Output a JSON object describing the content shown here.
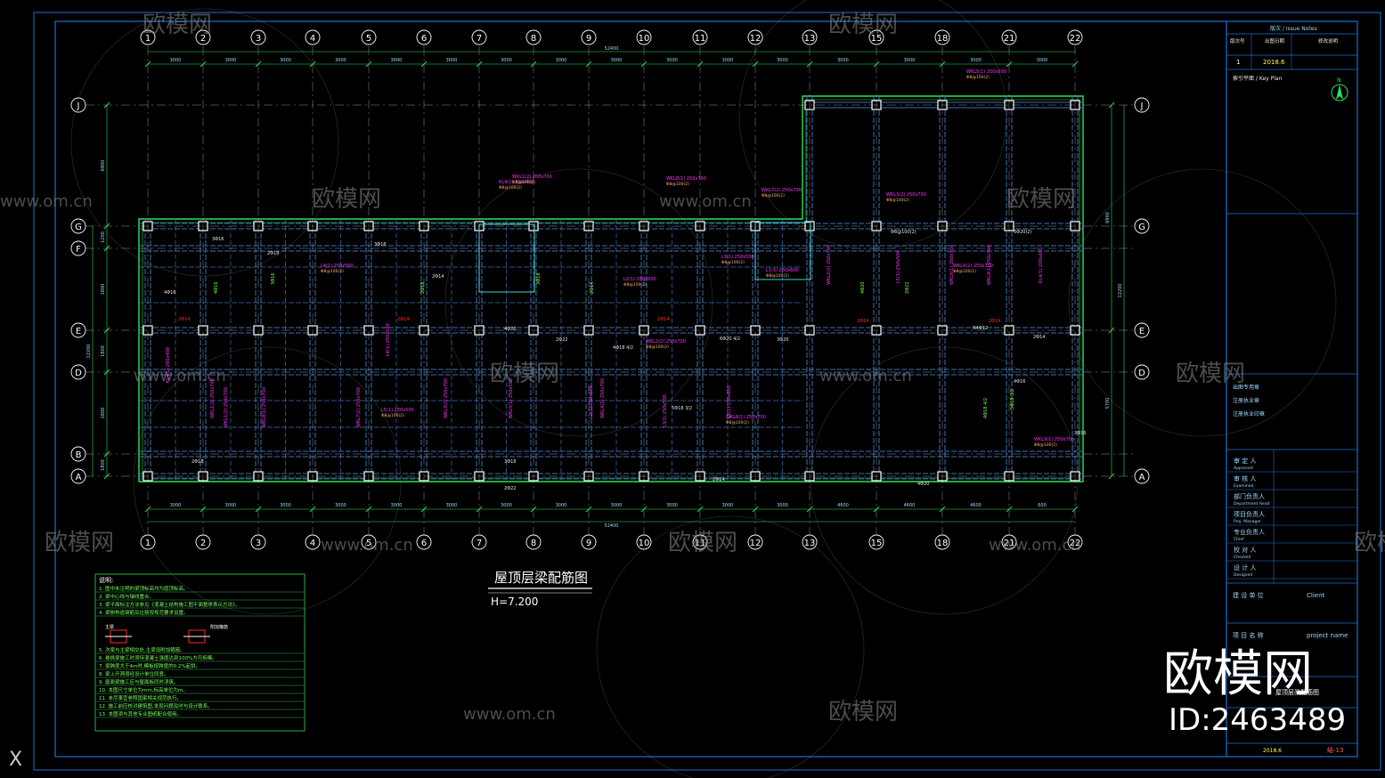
{
  "drawing": {
    "title": "屋顶层梁配筋图",
    "elevation": "H=7.200",
    "colors": {
      "background": "#000000",
      "frame": "#1f6fd1",
      "grid_axis": "#ffffff",
      "dim": "#9ad9ff",
      "beam": "#3a6fb7",
      "slab_edge": "#2fe05a",
      "label_magenta": "#ff33ff",
      "label_orange": "#ffb070",
      "label_green": "#7cff5c",
      "label_white": "#e6e6e6",
      "label_yellow": "#ffff66",
      "red_mark": "#ff2a2a",
      "watermark": "#8a8a8a"
    }
  },
  "grid": {
    "columns": [
      "1",
      "2",
      "3",
      "4",
      "5",
      "6",
      "7",
      "8",
      "9",
      "10",
      "11",
      "12",
      "13",
      "15",
      "18",
      "21",
      "22"
    ],
    "rows": [
      "J",
      "G",
      "F",
      "E",
      "D",
      "B",
      "A"
    ],
    "top_dims": [
      "3000",
      "3000",
      "3000",
      "3000",
      "3000",
      "3000",
      "3000",
      "3000",
      "3000",
      "3000",
      "3000",
      "3000",
      "3000",
      "3000",
      "3000",
      "3000"
    ],
    "overall_top": "52400",
    "overall_bottom": "52400",
    "bottom_dims": [
      "3000",
      "3000",
      "3000",
      "3000",
      "3000",
      "3000",
      "3000",
      "3000",
      "3000",
      "3000",
      "3000",
      "3000",
      "4600",
      "4600",
      "4600",
      "600"
    ],
    "left_dims": [
      "6900",
      "1200",
      "1800",
      "1800",
      "1800",
      "1800",
      "600"
    ],
    "left_total": "12200",
    "right_dims": [
      "6900",
      "5700",
      "600"
    ],
    "right_total": "12200"
  },
  "beam_labels": [
    "KL4(1) 200x400",
    "WKL1(2) 250x700",
    "WKL8(1) 250x700",
    "WKL7(2) 250x700",
    "L4(1) 250x500",
    "WKL3(2) 250x700",
    "WKL5(1) 250x500",
    "L2(1) 250x500",
    "WKL4(2) 250x700",
    "L3(1) 250x500",
    "L1(1) 250x600",
    "WKL2(2) 250x700",
    "L5(1) 250x500",
    "WKL6(1) 250x700",
    "WKL9(1) 250x700"
  ],
  "rebar_labels": [
    "4Φ16",
    "3Φ16",
    "2Φ18",
    "3Φ18",
    "2Φ14",
    "4Φ20",
    "2Φ22",
    "4Φ18 4/2",
    "5Φ18 3/2",
    "6Φ20 4/2",
    "3Φ20",
    "Φ8@100(2)",
    "N4Φ12",
    "2Φ14",
    "6Φ20(2)"
  ],
  "red_labels": [
    "2Φ14",
    "2Φ14",
    "2Φ14",
    "2Φ14",
    "2Φ14"
  ],
  "notes": {
    "header": "说明:",
    "lines": [
      "1. 图中未注明的梁顶标高均为层顶标高。",
      "2. 梁中心线与轴线重合。",
      "3. 梁平面标注方法参见《混凝土结构施工图平面整体表示方法》。",
      "4. 梁侧构造钢筋及拉筋按规范要求设置。",
      "5. 次梁与主梁相交处,主梁设附加箍筋。",
      "6. 悬挑梁施工时须待混凝土强度达到100%方可拆模。",
      "7. 梁跨度大于4m时,模板按跨度的0.2%起拱。",
      "8. 梁上开洞须经设计单位同意。",
      "9. 屋面梁施工应与屋面板同时浇筑。",
      "10. 本图尺寸单位为mm,标高单位为m。",
      "11. 未尽事宜参照国家相关规范执行。",
      "12. 施工前应核对建筑图,发现问题及时与设计联系。",
      "13. 本图须与其他专业图纸配合使用。"
    ],
    "detail_label_1": "主梁",
    "detail_label_2": "附加箍筋"
  },
  "titleblock": {
    "revision_header": "版次 / Issue Notes",
    "rev_col": "版次号",
    "date_col": "出图日期",
    "note_col": "修改说明",
    "rev_no": "1",
    "rev_date": "2018.6",
    "keyplan": "索引平面 / Key Plan",
    "north_mark": "N",
    "approved_zh": "审 定 人",
    "approved_en": "Approved",
    "examined_zh": "审 核 人",
    "examined_en": "Examined",
    "dept_zh": "部门负责人",
    "dept_en": "Department Head",
    "pm_zh": "项目负责人",
    "pm_en": "Proj. Manager",
    "check_zh": "专业负责人",
    "check_en": "Chief",
    "checked_zh": "校 对 人",
    "checked_en": "Checked",
    "designer_zh": "设 计 人",
    "designer_en": "Designed",
    "client_zh": "建 设 单 位",
    "client_en": "Client",
    "project_zh": "项 目 名 称",
    "project_en": "project name",
    "drawing_name": "屋顶层梁配筋图",
    "date_value": "2018.6",
    "sheet_no": "结-13",
    "stamp_1": "出图专用章",
    "stamp_2": "注册执业章",
    "stamp_3": "注册执业印章"
  },
  "watermark": {
    "brand": "欧模网",
    "site": "www.om.cn",
    "big_brand": "欧模网",
    "id": "ID:2463489"
  },
  "ucs": "X"
}
